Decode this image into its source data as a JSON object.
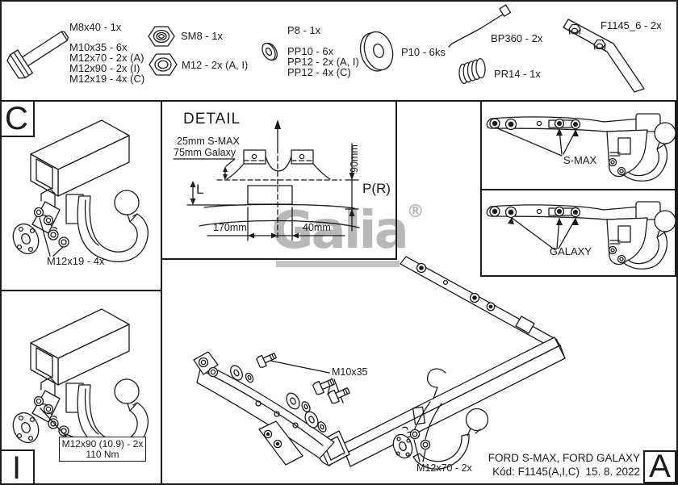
{
  "colors": {
    "line": "#1b1b1b",
    "watermark": "#b8b8b8"
  },
  "brand": {
    "name": "Galia",
    "registered": "®"
  },
  "parts": {
    "bolt_m8": "M8x40 - 1x",
    "bolts": [
      "M10x35 - 6x",
      "M12x70 - 2x (A)",
      "M12x90 - 2x (I)",
      "M12x19 - 4x (C)"
    ],
    "nut_sm8": "SM8 - 1x",
    "nut_m12": "M12 - 2x (A, I)",
    "washer_p8": "P8 - 1x",
    "washers": [
      "PP10 - 6x",
      "PP12 - 2x (A, I)",
      "PP12 - 4x (C)"
    ],
    "washer_p10": "P10 - 6ks",
    "tie_bp360": "BP360 - 2x",
    "spring_pr14": "PR14 - 1x",
    "bracket_f1145": "F1145_6 - 2x"
  },
  "sections": {
    "c": "C",
    "i": "I",
    "a": "A"
  },
  "detail": {
    "title": "DETAIL",
    "gap_smax": "25mm S-MAX",
    "gap_galaxy": "75mm Galaxy",
    "dim_height": "90mm",
    "mark_left": "L",
    "mark_right": "P(R)",
    "dim_170": "170mm",
    "dim_40": "40mm"
  },
  "variants": {
    "smax": "S-MAX",
    "galaxy": "GALAXY"
  },
  "callouts": {
    "c_bolt": "M12x19 - 4x",
    "i_bolt_line1": "M12x90 (10.9) - 2x",
    "i_bolt_line2": "110 Nm",
    "main_bolt": "M10x35",
    "ball_bolt": "M12x70 - 2x"
  },
  "titleblock": {
    "vehicles": "FORD S-MAX, FORD GALAXY",
    "code": "Kód: F1145(A,I,C)  15. 8. 2022"
  }
}
